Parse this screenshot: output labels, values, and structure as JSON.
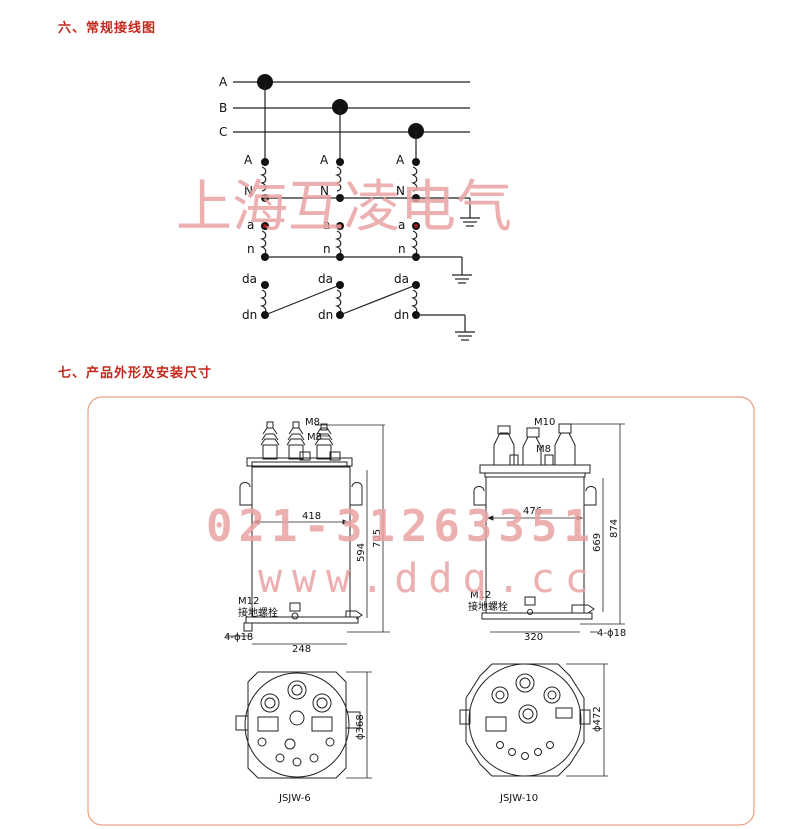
{
  "sections": {
    "wiring_title": "六、常规接线图",
    "dimensions_title": "七、产品外形及安装尺寸"
  },
  "wiring": {
    "bus_labels": [
      "A",
      "B",
      "C"
    ],
    "primary_top": "A",
    "primary_bottom": "N",
    "secondary_top": "a",
    "secondary_bottom": "n",
    "residual_top": "da",
    "residual_bottom": "dn"
  },
  "watermark": {
    "company": "上海互凌电气",
    "phone": "021-31263351",
    "website": "www.ddq.cc"
  },
  "jsjw6": {
    "m8_top": "M8",
    "m8_mid": "M8",
    "width_418": "418",
    "height_594": "594",
    "height_705": "705",
    "m12": "M12",
    "ground_bolt": "接地螺栓",
    "holes": "4-ϕ18",
    "base_248": "248",
    "diameter": "ϕ368",
    "caption": "JSJW-6"
  },
  "jsjw10": {
    "m10": "M10",
    "m8": "M8",
    "width_476": "476",
    "height_669": "669",
    "height_874": "874",
    "m12": "M12",
    "ground_bolt": "接地螺栓",
    "holes": "4-ϕ18",
    "base_320": "320",
    "diameter": "ϕ472",
    "caption": "JSJW-10"
  },
  "colors": {
    "heading": "#c4281c",
    "frame": "#e8a080",
    "watermark": "#e9a3a3",
    "line": "#222222",
    "terminal_dot": "#111111"
  }
}
